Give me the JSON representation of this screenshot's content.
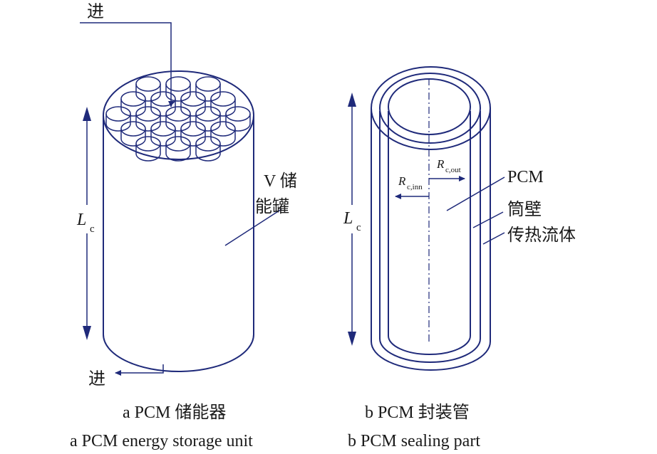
{
  "panel_a": {
    "inlet_top": "进",
    "outlet_bottom": "进",
    "length_symbol": "L",
    "length_subscript": "c",
    "tank_label_line1": "V 储",
    "tank_label_line2": "能罐",
    "caption_cn": "a  PCM 储能器",
    "caption_en": "a  PCM energy storage unit"
  },
  "panel_b": {
    "length_symbol": "L",
    "length_subscript": "c",
    "r_out_symbol": "R",
    "r_out_subscript": "c,out",
    "r_inn_symbol": "R",
    "r_inn_subscript": "c,inn",
    "pcm_label": "PCM",
    "wall_label": "筒壁",
    "fluid_label": "传热流体",
    "caption_cn": "b  PCM 封装管",
    "caption_en": "b  PCM sealing part"
  },
  "colors": {
    "line": "#1f2a7a",
    "text": "#1a1a1a"
  }
}
